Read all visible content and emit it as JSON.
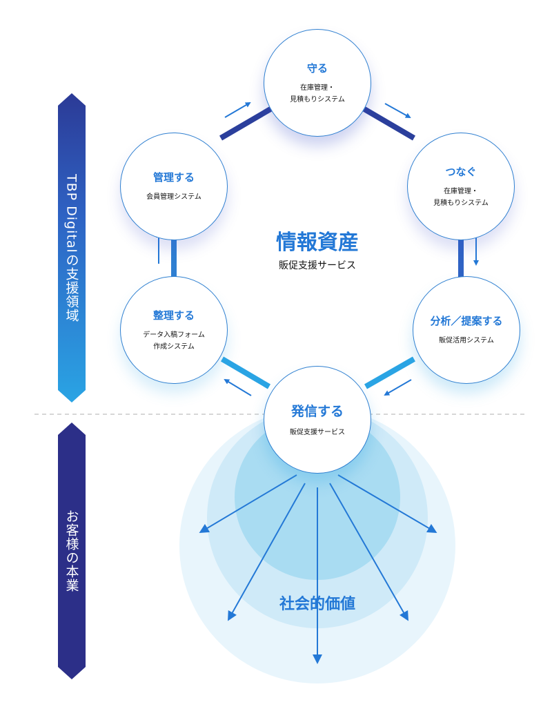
{
  "side_labels": {
    "top": "TBP Digitalの支援領域",
    "bottom": "お客様の本業"
  },
  "center": {
    "title": "情報資産",
    "subtitle": "販促支援サービス"
  },
  "nodes": {
    "mamoru": {
      "title": "守る",
      "subtitle": "在庫管理・\n見積もりシステム"
    },
    "tsunagu": {
      "title": "つなぐ",
      "subtitle": "在庫管理・\n見積もりシステム"
    },
    "bunseki": {
      "title": "分析／提案する",
      "subtitle": "販促活用システム"
    },
    "hasshin": {
      "title": "発信する",
      "subtitle": "販促支援サービス"
    },
    "seiri": {
      "title": "整理する",
      "subtitle": "データ入稿フォーム\n作成システム"
    },
    "kanri": {
      "title": "管理する",
      "subtitle": "会員管理システム"
    }
  },
  "value_label": "社会的価値",
  "colors": {
    "navy": "#2c2f88",
    "blue": "#2378d6",
    "sky": "#2aa4e4",
    "ripple_outer": "#e8f5fc",
    "ripple_mid": "#cfeaf8",
    "ripple_inner": "#a9dcf2"
  }
}
